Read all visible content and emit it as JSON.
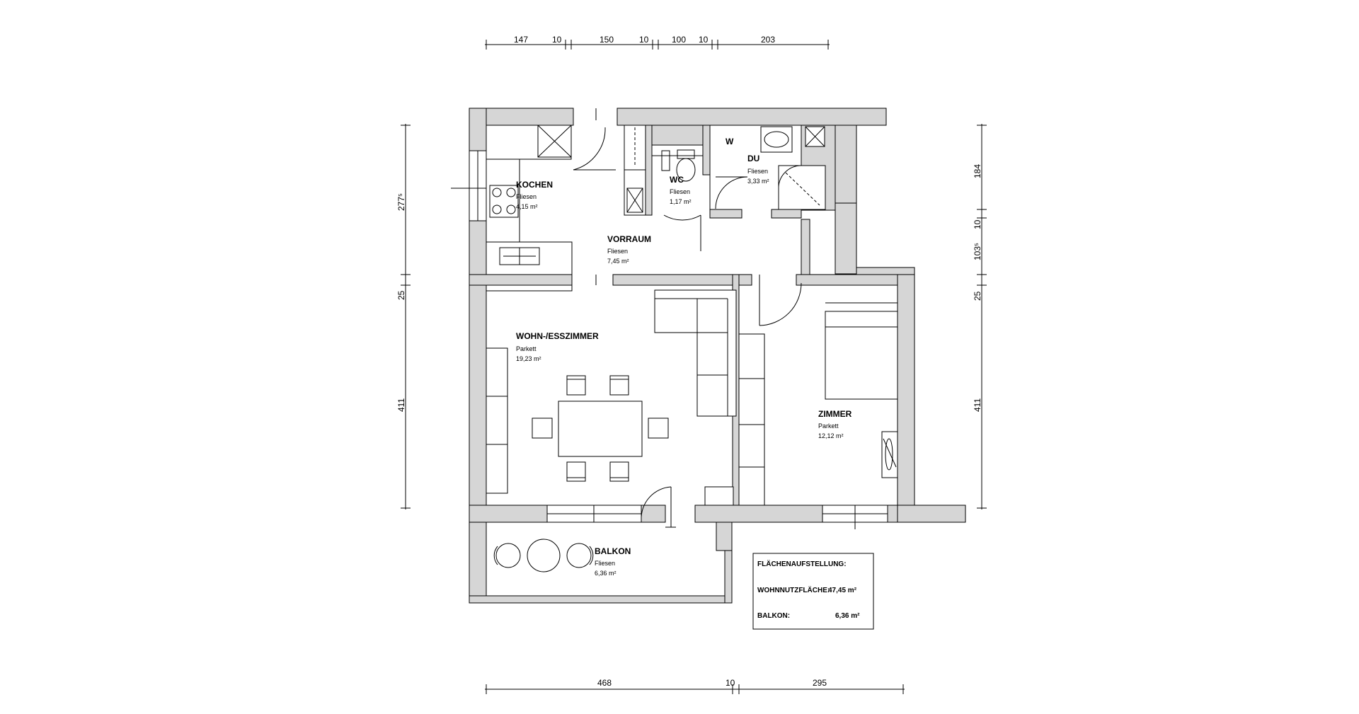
{
  "rooms": [
    {
      "key": "kochen",
      "name": "KOCHEN",
      "floor": "Fliesen",
      "area": "4,15 m²"
    },
    {
      "key": "vorraum",
      "name": "VORRAUM",
      "floor": "Fliesen",
      "area": "7,45 m²"
    },
    {
      "key": "wc",
      "name": "WC",
      "floor": "Fliesen",
      "area": "1,17 m²"
    },
    {
      "key": "du",
      "name": "DU",
      "floor": "Fliesen",
      "area": "3,33 m²"
    },
    {
      "key": "wohn",
      "name": "WOHN-/ESSZIMMER",
      "floor": "Parkett",
      "area": "19,23 m²"
    },
    {
      "key": "zimmer",
      "name": "ZIMMER",
      "floor": "Parkett",
      "area": "12,12 m²"
    },
    {
      "key": "balkon",
      "name": "BALKON",
      "floor": "Fliesen",
      "area": "6,36 m²"
    }
  ],
  "washer_label": "W",
  "dimensions": {
    "top": [
      "147",
      "10",
      "150",
      "10",
      "100",
      "10",
      "203"
    ],
    "bottom": [
      "468",
      "10",
      "295"
    ],
    "left": [
      "277⁵",
      "25",
      "411"
    ],
    "right": [
      "184",
      "10",
      "103⁵",
      "25",
      "411"
    ]
  },
  "area_table": {
    "title": "FLÄCHENAUFSTELLUNG:",
    "rows": [
      {
        "label": "WOHNNUTZFLÄCHE:",
        "value": "47,45 m²"
      },
      {
        "label": "BALKON:",
        "value": "6,36 m²"
      }
    ]
  }
}
